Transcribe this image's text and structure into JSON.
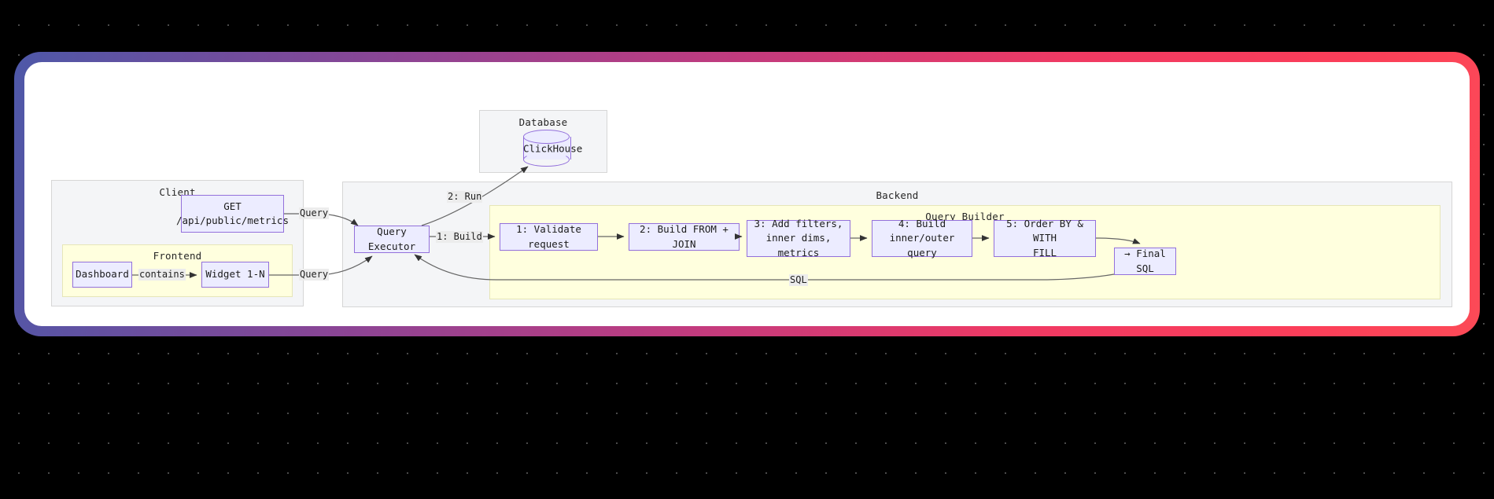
{
  "canvas": {
    "background": "#000000",
    "dot_color": "#4a4a4a",
    "frame_gradient_from": "#4e58a8",
    "frame_gradient_to": "#fc4a57",
    "card_background": "#ffffff"
  },
  "palette": {
    "node_fill": "#ECECFF",
    "node_border": "#9370DB",
    "cluster_grey_fill": "#F4F5F7",
    "cluster_grey_border": "#d6d6d6",
    "cluster_yellow_fill": "#FFFFDE",
    "cluster_yellow_border": "#E6E6B8",
    "edge_color": "#555555",
    "edge_label_bg": "#ececec"
  },
  "clusters": {
    "client": {
      "title": "Client"
    },
    "frontend": {
      "title": "Frontend"
    },
    "database": {
      "title": "Database"
    },
    "backend": {
      "title": "Backend"
    },
    "query_builder": {
      "title": "Query Builder"
    }
  },
  "nodes": {
    "api_endpoint": {
      "line1": "GET",
      "line2": "/api/public/metrics"
    },
    "dashboard": {
      "label": "Dashboard"
    },
    "widget": {
      "label": "Widget 1-N"
    },
    "clickhouse": {
      "label": "ClickHouse",
      "shape": "cylinder"
    },
    "query_executor": {
      "label": "Query Executor"
    },
    "step1": {
      "label": "1: Validate request"
    },
    "step2": {
      "label": "2: Build FROM + JOIN"
    },
    "step3": {
      "line1": "3: Add filters,",
      "line2": "inner dims, metrics"
    },
    "step4": {
      "line1": "4: Build",
      "line2": "inner/outer query"
    },
    "step5": {
      "line1": "5: Order BY & WITH",
      "line2": "FILL"
    },
    "final_sql": {
      "label": "→ Final SQL"
    }
  },
  "edge_labels": {
    "contains": "contains",
    "query_api": "Query",
    "query_widget": "Query",
    "run": "2: Run",
    "build": "1: Build",
    "sql": "SQL"
  }
}
